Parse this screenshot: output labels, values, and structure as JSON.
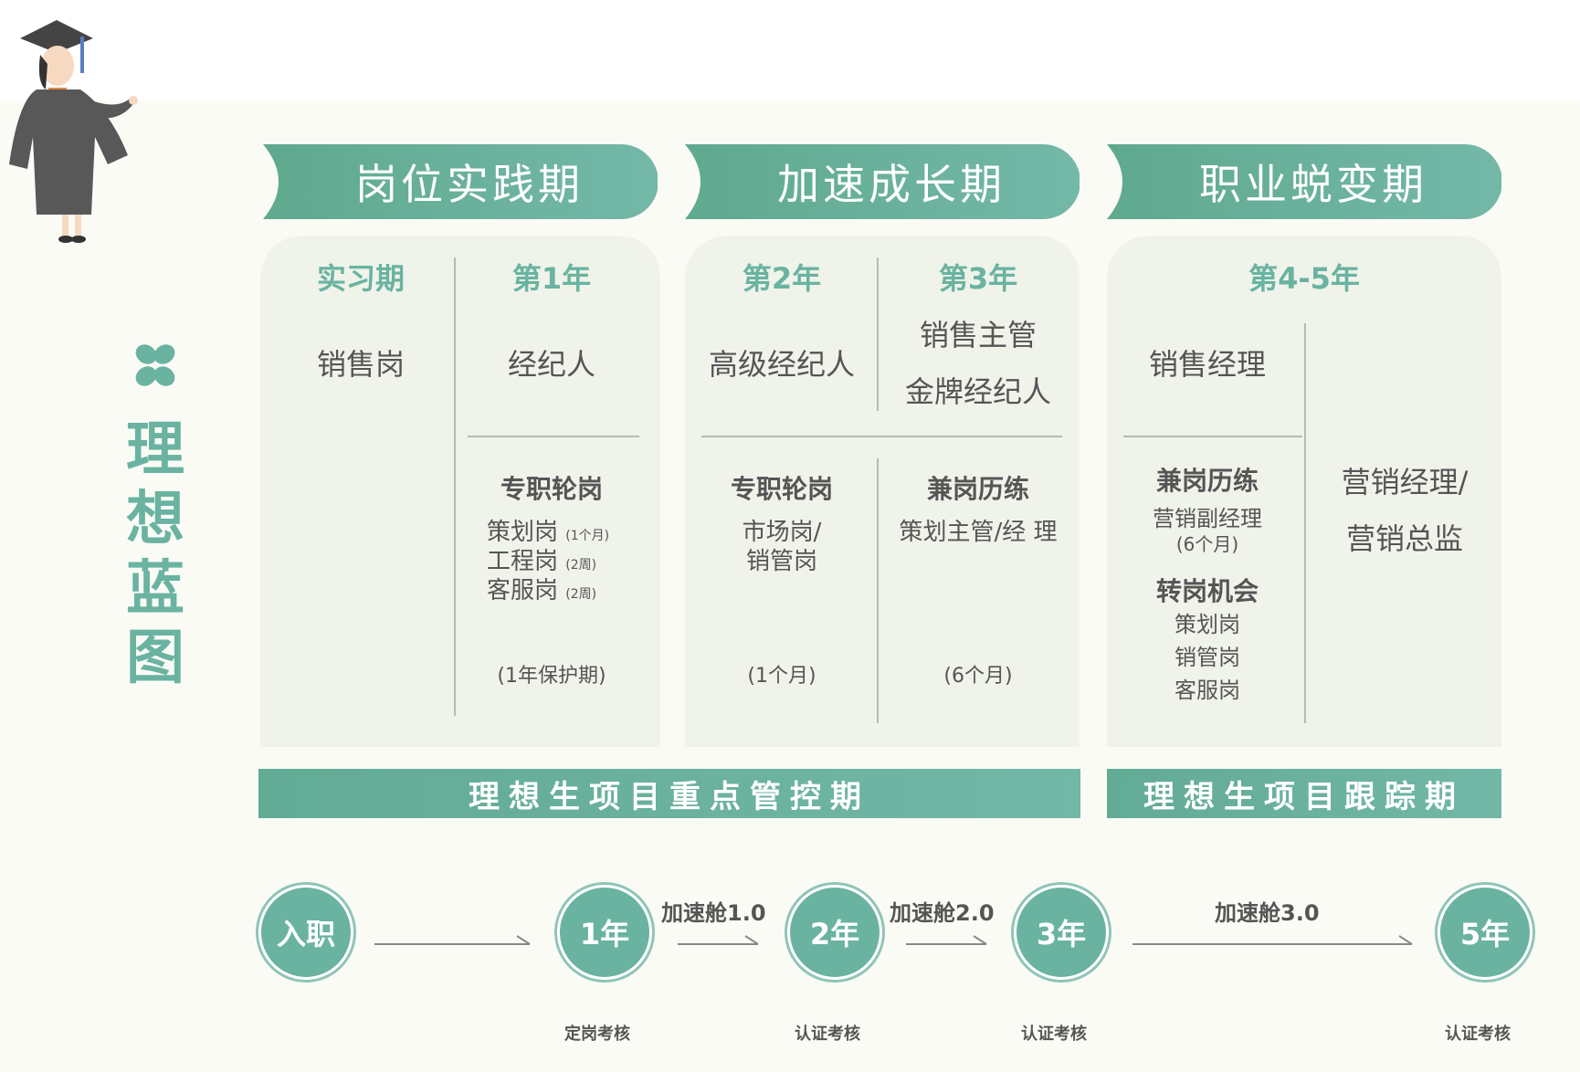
{
  "title": [
    "理",
    "想",
    "蓝",
    "图"
  ],
  "colors": {
    "accent": "#6ab3a1",
    "panel": "#eff3ea",
    "text": "#555555"
  },
  "icons": {
    "decor": "clover-icon",
    "person": "graduate-illustration"
  },
  "phases": [
    {
      "label": "岗位实践期"
    },
    {
      "label": "加速成长期"
    },
    {
      "label": "职业蜕变期"
    }
  ],
  "panel1": {
    "col1": {
      "year": "实习期",
      "role": "销售岗"
    },
    "col2": {
      "year": "第1年",
      "role": "经纪人",
      "rotation_title": "专职轮岗",
      "rotation_items": [
        {
          "name": "策划岗",
          "duration": "(1个月)"
        },
        {
          "name": "工程岗",
          "duration": "(2周)"
        },
        {
          "name": "客服岗",
          "duration": "(2周)"
        }
      ],
      "note": "(1年保护期)"
    }
  },
  "panel2": {
    "col1": {
      "year": "第2年",
      "role": "高级经纪人",
      "sec_title": "专职轮岗",
      "sec_line1": "市场岗/",
      "sec_line2": "销管岗",
      "note": "(1个月)"
    },
    "col2": {
      "year": "第3年",
      "role1": "销售主管",
      "role2": "金牌经纪人",
      "sec_title": "兼岗历练",
      "sec_line1": "策划主管/经 理",
      "note": "(6个月)"
    }
  },
  "panel3": {
    "year": "第4-5年",
    "role": "销售经理",
    "sec1_title": "兼岗历练",
    "sec1_line1": "营销副经理",
    "sec1_line2": "(6个月)",
    "sec2_title": "转岗机会",
    "sec2_items": [
      "策划岗",
      "销管岗",
      "客服岗"
    ],
    "right_line1": "营销经理/",
    "right_line2": "营销总监"
  },
  "period_bars": [
    {
      "label": "理想生项目重点管控期"
    },
    {
      "label": "理想生项目跟踪期"
    }
  ],
  "timeline": {
    "nodes": [
      "入职",
      "1年",
      "2年",
      "3年",
      "5年"
    ],
    "accelerators": [
      "加速舱1.0",
      "加速舱2.0",
      "加速舱3.0"
    ],
    "exams": [
      "定岗考核",
      "认证考核",
      "认证考核",
      "认证考核"
    ]
  }
}
